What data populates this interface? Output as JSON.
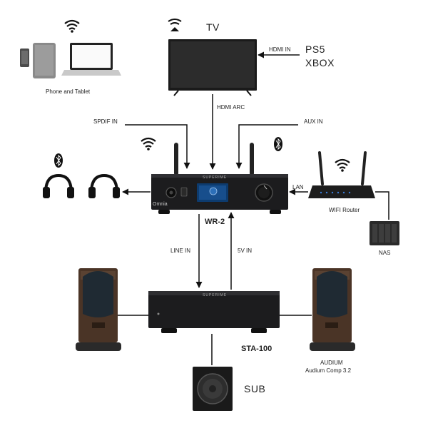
{
  "labels": {
    "tv": "TV",
    "hdmi_in": "HDMI IN",
    "ps5": "PS5",
    "xbox": "XBOX",
    "phone_tablet": "Phone and Tablet",
    "hdmi_arc": "HDMI ARC",
    "spdif_in": "SPDIF IN",
    "aux_in": "AUX IN",
    "lan": "LAN",
    "wifi_router": "WIFI Router",
    "nas": "NAS",
    "wr2": "WR-2",
    "line_in": "LINE IN",
    "v5_in": "5V IN",
    "sta100": "STA-100",
    "audium": "AUDIUM",
    "audium_model": "Audium Comp 3.2",
    "sub": "SUB"
  },
  "device_text": {
    "brand": "SUPERIME",
    "omnia": "Omnia"
  },
  "colors": {
    "device_body": "#1c1c1e",
    "line": "#111111",
    "speaker_wood": "#4a3426",
    "speaker_driver": "#1f2a33",
    "screen_blue": "#0d3b6e"
  },
  "icons": [
    "wifi-icon",
    "bluetooth-icon",
    "headphones-icon",
    "airplay-icon",
    "router-icon"
  ]
}
